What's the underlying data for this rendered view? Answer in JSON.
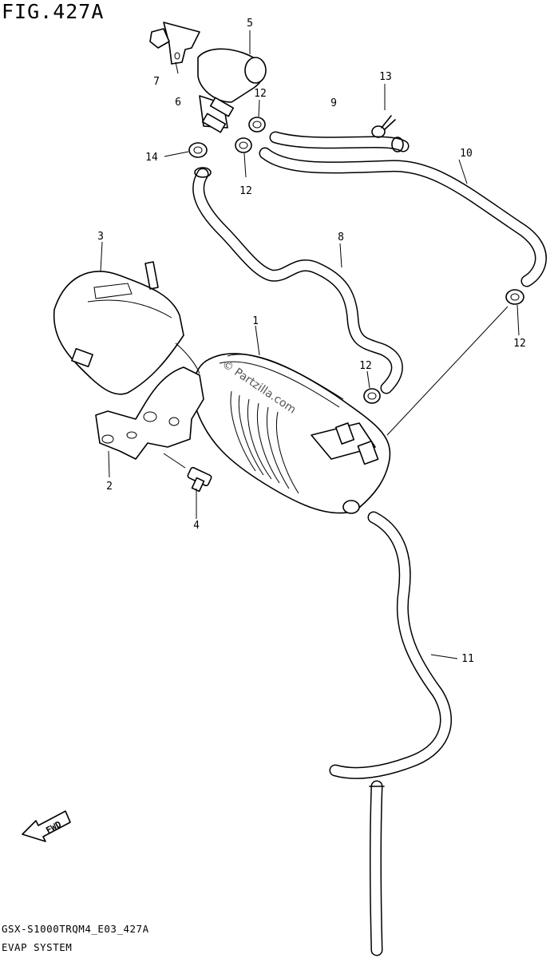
{
  "figure_title": "FIG.427A",
  "footer": {
    "model_code": "GSX-S1000TRQM4_E03_427A",
    "section_name": "EVAP SYSTEM"
  },
  "watermark": "© Partzilla.com",
  "fwd_badge": "FWD",
  "callouts": {
    "c1": "1",
    "c2": "2",
    "c3": "3",
    "c4": "4",
    "c5": "5",
    "c6": "6",
    "c7": "7",
    "c8": "8",
    "c9": "9",
    "c10": "10",
    "c11": "11",
    "c12a": "12",
    "c12b": "12",
    "c12c": "12",
    "c12d": "12",
    "c13": "13",
    "c14": "14"
  }
}
